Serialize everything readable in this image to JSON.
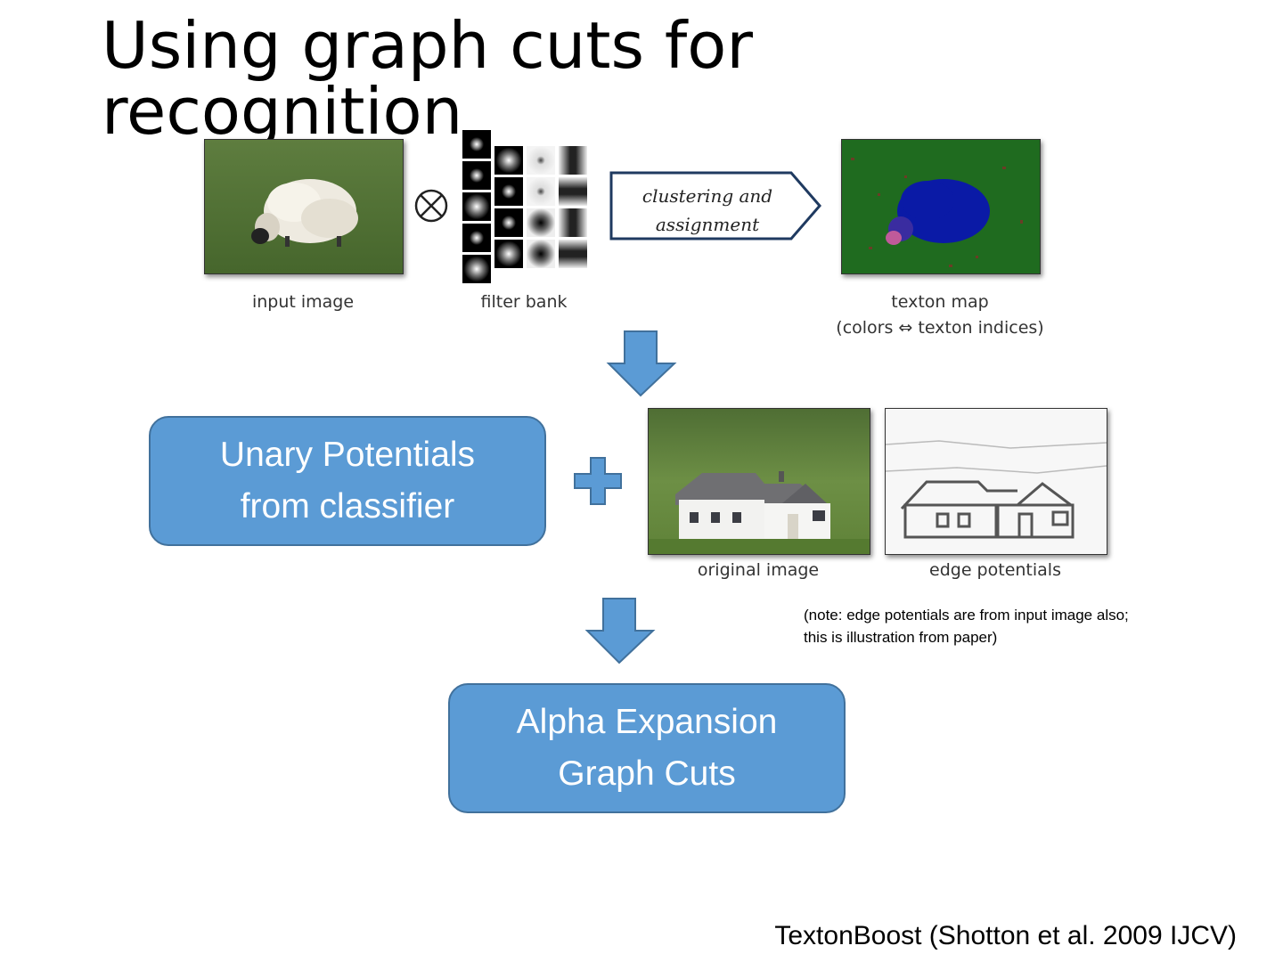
{
  "title": "Using graph cuts for recognition",
  "top_row": {
    "input_image_caption": "input image",
    "filter_bank_caption": "filter bank",
    "clustering_label_line1": "clustering and",
    "clustering_label_line2": "assignment",
    "texton_map_caption": "texton map",
    "texton_map_subcaption": "(colors ⇔ texton indices)",
    "convolution_symbol": "⊗"
  },
  "middle_row": {
    "unary_box_line1": "Unary Potentials",
    "unary_box_line2": "from classifier",
    "original_image_caption": "original image",
    "edge_potentials_caption": "edge potentials"
  },
  "note_line1": "(note: edge potentials are from input image also;",
  "note_line2": "this is illustration from paper)",
  "bottom": {
    "alpha_box_line1": "Alpha Expansion",
    "alpha_box_line2": "Graph Cuts"
  },
  "citation": "TextonBoost (Shotton et al. 2009 IJCV)",
  "colors": {
    "box_fill": "#5b9bd5",
    "box_border": "#41719c",
    "arrow_fill": "#5b9bd5",
    "texton_blue": "#0a1aa6",
    "texton_green": "#1f6b1f"
  }
}
